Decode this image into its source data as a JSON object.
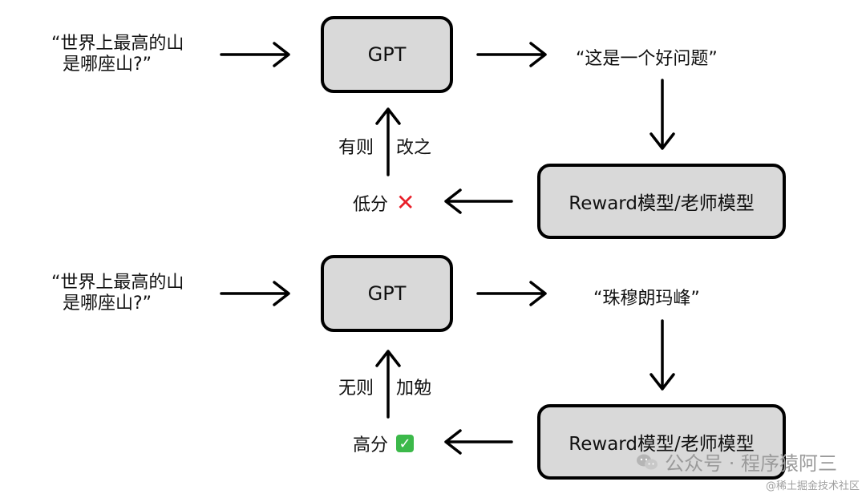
{
  "top": {
    "question_line1": "“世界上最高的山",
    "question_line2": "是哪座山?”",
    "model": "GPT",
    "answer": "“这是一个好问题”",
    "reward_model": "Reward模型/老师模型",
    "score_text": "低分",
    "score_mark_icon": "cross-mark-icon",
    "feedback_left": "有则",
    "feedback_right": "改之"
  },
  "bottom": {
    "question_line1": "“世界上最高的山",
    "question_line2": "是哪座山?”",
    "model": "GPT",
    "answer": "“珠穆朗玛峰”",
    "reward_model": "Reward模型/老师模型",
    "score_text": "高分",
    "score_mark_icon": "check-mark-icon",
    "feedback_left": "无则",
    "feedback_right": "加勉"
  },
  "watermark": {
    "text": "公众号 · 程序猿阿三",
    "subtext": "@稀土掘金技术社区",
    "icon": "wechat-icon"
  },
  "colors": {
    "box_fill": "#d9d9d9",
    "cross": "#e8202a",
    "check": "#3cb94a"
  }
}
